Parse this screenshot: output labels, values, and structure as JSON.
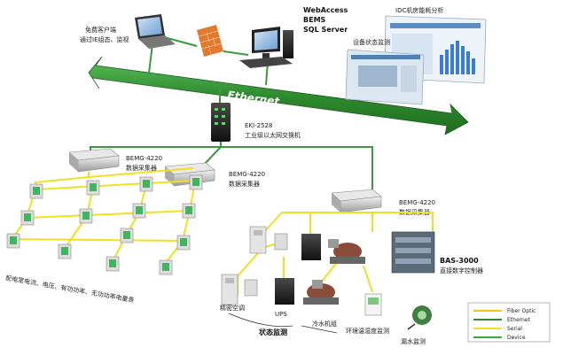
{
  "labels": {
    "free_client_1": "免费客户端",
    "free_client_2": "通过IE组态、监视",
    "server_1": "WebAccess",
    "server_2": "BEMS",
    "server_3": "SQL Server",
    "idc_analysis": "IDC机房能耗分析",
    "device_monitor": "设备状态监测",
    "ethernet": "Ethernet",
    "switch_model": "EKI-2528",
    "switch_desc": "工业级以太网交换机",
    "bemg1_model": "BEMG-4220",
    "bemg1_desc": "数据采集器",
    "bemg2_model": "BEMG-4220",
    "bemg2_desc": "数据采集器",
    "bemg3_model": "BEMG-4220",
    "bemg3_desc": "数据采集器",
    "bas_model": "BAS-3000",
    "bas_desc": "直接数字控制器",
    "meters": "配电室电流、电压、有功功率、无功功率电量表",
    "precision_ac": "精密空调",
    "ups": "UPS",
    "chiller": "冷水机组",
    "env_monitor": "环境温湿度监测",
    "leak_monitor": "漏水监测",
    "status_monitor": "状态监测"
  },
  "legend": [
    {
      "label": "Fiber Optic",
      "color": "#f0c419"
    },
    {
      "label": "Ethernet",
      "color": "#2e8b2e"
    },
    {
      "label": "Serial",
      "color": "#f0e020"
    },
    {
      "label": "Device",
      "color": "#3aa83a"
    }
  ],
  "colors": {
    "ethernet_band": "#2e8b2e",
    "ethernet_line": "#3a9a3a",
    "serial_line": "#f0e020",
    "meter_green": "#3cb85c"
  }
}
